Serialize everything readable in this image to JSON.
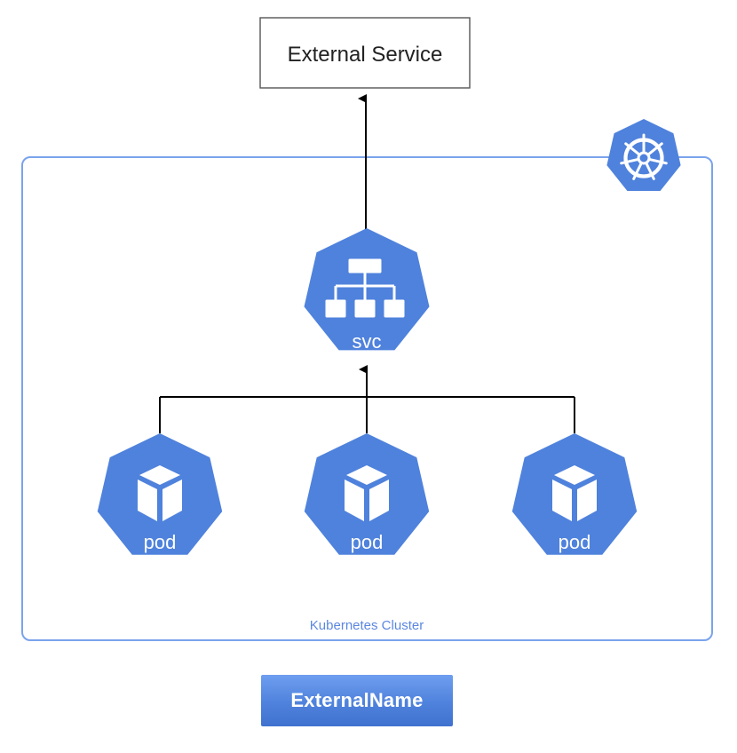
{
  "external_service": {
    "label": "External Service"
  },
  "cluster": {
    "label": "Kubernetes Cluster",
    "icon": "kubernetes-helm-icon"
  },
  "service_node": {
    "label": "svc",
    "icon": "network-hierarchy-icon"
  },
  "pods": [
    {
      "label": "pod",
      "icon": "cube-icon"
    },
    {
      "label": "pod",
      "icon": "cube-icon"
    },
    {
      "label": "pod",
      "icon": "cube-icon"
    }
  ],
  "badge": {
    "label": "ExternalName"
  },
  "colors": {
    "kubernetes_blue": "#4f82dc",
    "cluster_border": "#7aa3ec",
    "connector": "#000000"
  }
}
